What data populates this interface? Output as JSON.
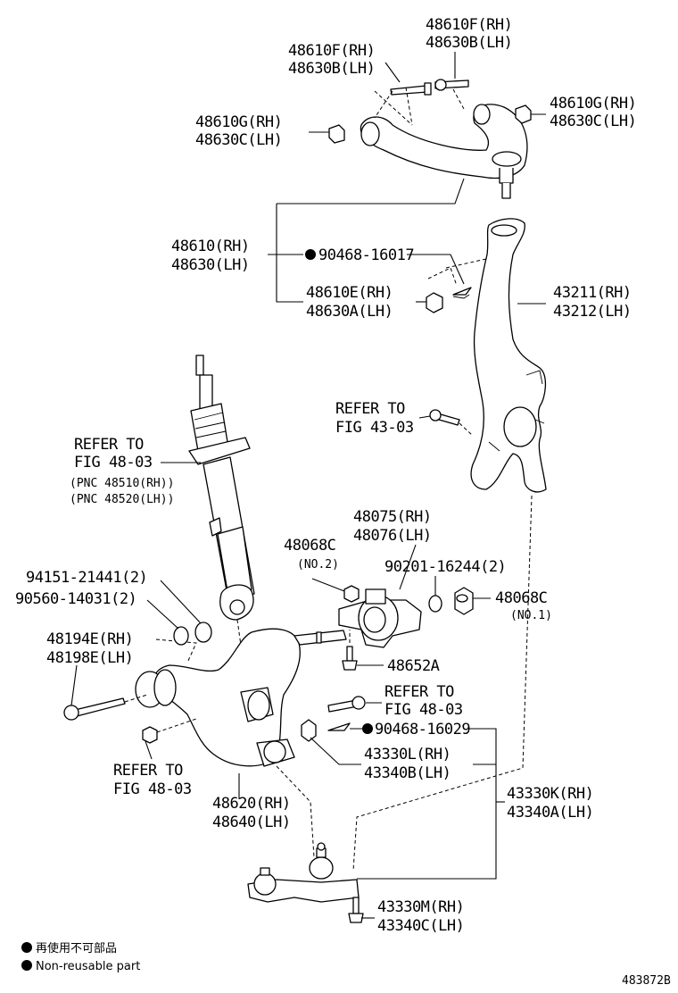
{
  "labels": {
    "ua_bolt": [
      "48610F(RH)",
      "48630B(LH)"
    ],
    "ua_bolt_top": [
      "48610F(RH)",
      "48630B(LH)"
    ],
    "ua_bush_left": [
      "48610G(RH)",
      "48630C(LH)"
    ],
    "ua_bush_right": [
      "48610G(RH)",
      "48630C(LH)"
    ],
    "upper_arm": [
      "48610(RH)",
      "48630(LH)"
    ],
    "pin_upper": "90468-16017",
    "ua_nut": [
      "48610E(RH)",
      "48630A(LH)"
    ],
    "knuckle": [
      "43211(RH)",
      "43212(LH)"
    ],
    "refer_43": [
      "REFER TO",
      "FIG 43-03"
    ],
    "refer_shock": [
      "REFER TO",
      "FIG 48-03"
    ],
    "pnc": [
      "(PNC 48510(RH))",
      "(PNC 48520(LH))"
    ],
    "bracket": [
      "48075(RH)",
      "48076(LH)"
    ],
    "nut_no2": "48068C",
    "no2": "(NO.2)",
    "washer_bolt": "90201-16244(2)",
    "nut_no1": "48068C",
    "no1": "(NO.1)",
    "bolt_a": "94151-21441(2)",
    "bolt_b": "90560-14031(2)",
    "la_bolt": [
      "48194E(RH)",
      "48198E(LH)"
    ],
    "bolt_48652": "48652A",
    "refer_mid": [
      "REFER TO",
      "FIG 48-03"
    ],
    "pin_lower": "90468-16029",
    "lower_joint": [
      "43330L(RH)",
      "43340B(LH)"
    ],
    "refer_left": [
      "REFER TO",
      "FIG 48-03"
    ],
    "lower_arm": [
      "48620(RH)",
      "48640(LH)"
    ],
    "ball_joint": [
      "43330K(RH)",
      "43340A(LH)"
    ],
    "bj_bolt": [
      "43330M(RH)",
      "43340C(LH)"
    ]
  },
  "legend": {
    "jp": "再使用不可部品",
    "en": "Non-reusable part"
  },
  "figure_id": "483872B"
}
